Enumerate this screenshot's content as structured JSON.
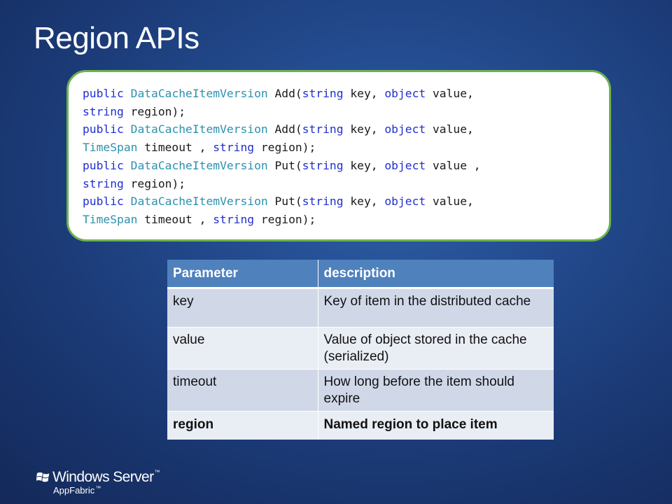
{
  "slide": {
    "title": "Region APIs"
  },
  "code": {
    "lines": [
      [
        {
          "t": "public",
          "c": "kw"
        },
        {
          "t": " "
        },
        {
          "t": "DataCacheItemVersion",
          "c": "ty"
        },
        {
          "t": " Add("
        },
        {
          "t": "string",
          "c": "kw"
        },
        {
          "t": " key, "
        },
        {
          "t": "object",
          "c": "kw"
        },
        {
          "t": " value,"
        }
      ],
      [
        {
          "t": "string",
          "c": "kw"
        },
        {
          "t": " region);"
        }
      ],
      [
        {
          "t": "public",
          "c": "kw"
        },
        {
          "t": " "
        },
        {
          "t": "DataCacheItemVersion",
          "c": "ty"
        },
        {
          "t": " Add("
        },
        {
          "t": "string",
          "c": "kw"
        },
        {
          "t": " key, "
        },
        {
          "t": "object",
          "c": "kw"
        },
        {
          "t": " value,"
        }
      ],
      [
        {
          "t": "TimeSpan",
          "c": "ty"
        },
        {
          "t": " timeout , "
        },
        {
          "t": "string",
          "c": "kw"
        },
        {
          "t": " region);"
        }
      ],
      [
        {
          "t": "public",
          "c": "kw"
        },
        {
          "t": " "
        },
        {
          "t": "DataCacheItemVersion",
          "c": "ty"
        },
        {
          "t": " Put("
        },
        {
          "t": "string",
          "c": "kw"
        },
        {
          "t": " key, "
        },
        {
          "t": "object",
          "c": "kw"
        },
        {
          "t": " value ,"
        }
      ],
      [
        {
          "t": "string",
          "c": "kw"
        },
        {
          "t": " region);"
        }
      ],
      [
        {
          "t": "public",
          "c": "kw"
        },
        {
          "t": " "
        },
        {
          "t": "DataCacheItemVersion",
          "c": "ty"
        },
        {
          "t": " Put("
        },
        {
          "t": "string",
          "c": "kw"
        },
        {
          "t": " key, "
        },
        {
          "t": "object",
          "c": "kw"
        },
        {
          "t": " value,"
        }
      ],
      [
        {
          "t": "TimeSpan",
          "c": "ty"
        },
        {
          "t": " timeout , "
        },
        {
          "t": "string",
          "c": "kw"
        },
        {
          "t": " region);"
        }
      ]
    ]
  },
  "table": {
    "headers": [
      "Parameter",
      "description"
    ],
    "rows": [
      [
        "key",
        "Key of item in the distributed cache"
      ],
      [
        "value",
        "Value of object stored in the cache (serialized)"
      ],
      [
        "timeout",
        "How long before the item should expire"
      ],
      [
        "region",
        "Named region to place item"
      ]
    ]
  },
  "logo": {
    "brand": "Windows Server",
    "tm": "™",
    "sub": "AppFabric",
    "sub_tm": "™"
  },
  "colors": {
    "background": "#1b3a76",
    "code_border": "#6cb24f",
    "header": "#4f81bd",
    "keyword": "#1f2fd0",
    "type": "#2b91af"
  }
}
